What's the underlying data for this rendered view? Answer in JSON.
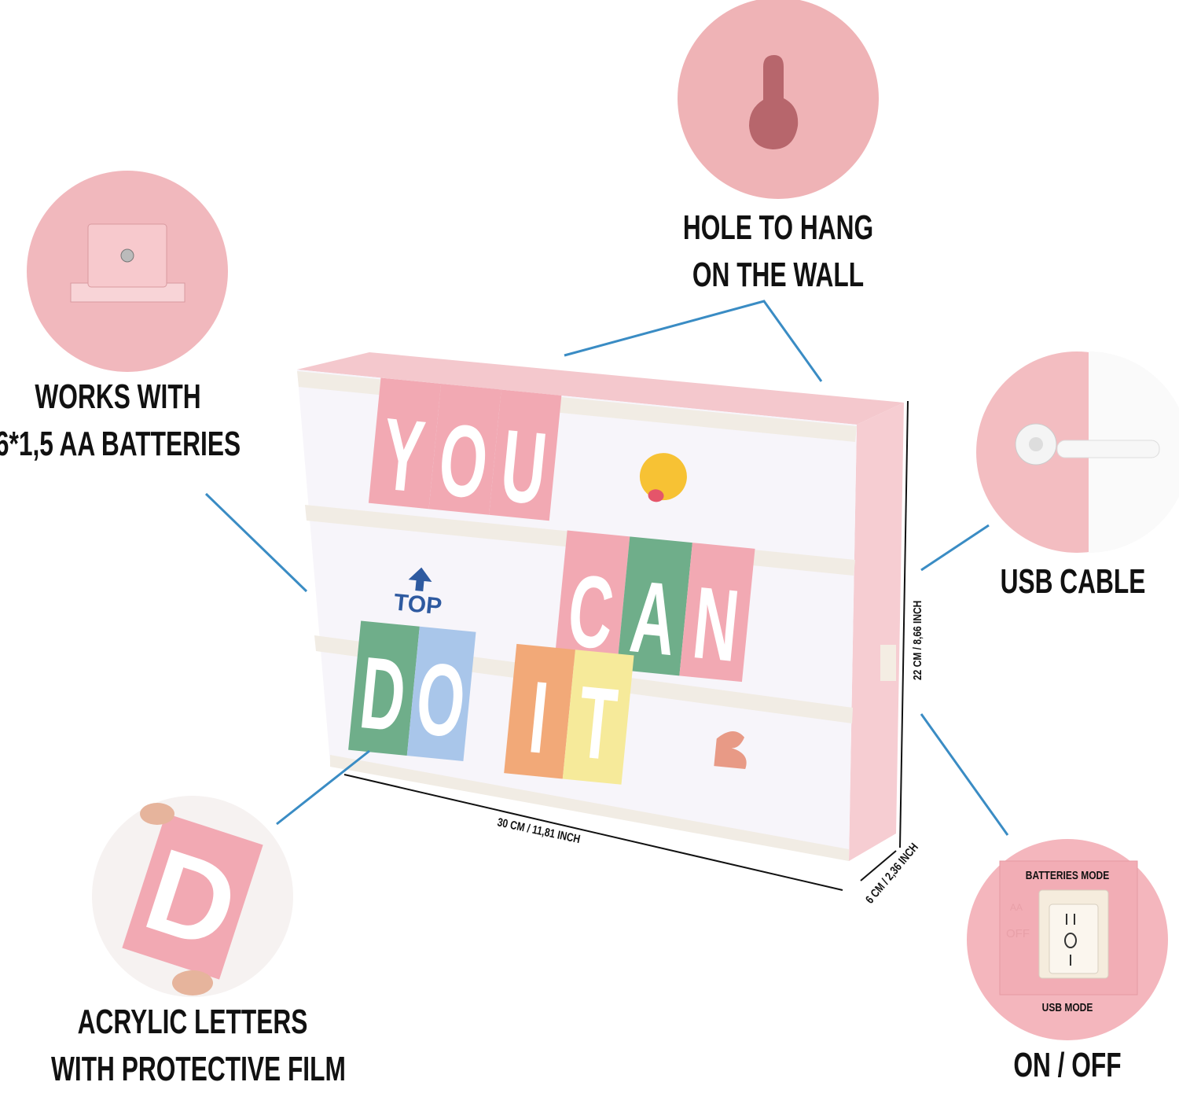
{
  "callouts": {
    "batteries": {
      "line1": "WORKS WITH",
      "line2": "6*1,5 AA BATTERIES"
    },
    "hole": {
      "line1": "HOLE TO HANG",
      "line2": "ON THE WALL"
    },
    "usb": {
      "line1": "USB CABLE"
    },
    "acrylic": {
      "line1": "ACRYLIC LETTERS",
      "line2": "WITH PROTECTIVE FILM"
    },
    "switch": {
      "line1": "ON / OFF",
      "batteries_mode": "BATTERIES MODE",
      "usb_mode": "USB MODE",
      "off": "OFF",
      "aa": "AA"
    }
  },
  "lightbox": {
    "row1": [
      "Y",
      "O",
      "U"
    ],
    "row2_sign": "TOP",
    "row2": [
      "C",
      "A",
      "N"
    ],
    "row3": [
      "D",
      "O",
      "I",
      "T"
    ],
    "sample_letter": "D"
  },
  "dimensions": {
    "width": "30 CM / 11,81 INCH",
    "height": "22 CM / 8,66 INCH",
    "depth": "6 CM / 2,36 INCH"
  },
  "colors": {
    "pink": "#f2a9b3",
    "green": "#6fae8a",
    "blue": "#a9c6ea",
    "orange": "#f2a978",
    "yellow": "#f6ea9a",
    "case": "#f6cdd2",
    "callout_line": "#3a8cc4"
  }
}
